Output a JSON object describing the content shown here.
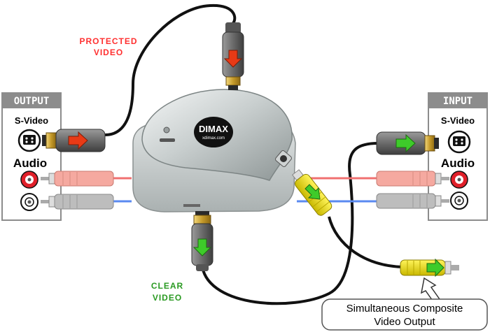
{
  "output_panel": {
    "title": "OUTPUT",
    "svideo_label": "S-Video",
    "audio_label": "Audio"
  },
  "input_panel": {
    "title": "INPUT",
    "svideo_label": "S-Video",
    "audio_label": "Audio"
  },
  "captions": {
    "protected_line1": "PROTECTED",
    "protected_line2": "VIDEO",
    "clear_line1": "CLEAR",
    "clear_line2": "VIDEO"
  },
  "device": {
    "brand": "DIMAX",
    "website": "xdimax.com"
  },
  "callout": {
    "line1": "Simultaneous Composite",
    "line2": "Video Output"
  },
  "colors": {
    "protected": "#ff3030",
    "clear": "#2a9a22",
    "arrow_red": "#e83a16",
    "arrow_green": "#3ecb2a",
    "audio_red": "#e0202a",
    "audio_blue": "#3a6ee8",
    "panel_header": "#8c8c8c"
  },
  "icons": [
    "svideo-jack-icon",
    "rca-jack-icon",
    "flow-arrow-icon",
    "callout-arrow-icon"
  ]
}
